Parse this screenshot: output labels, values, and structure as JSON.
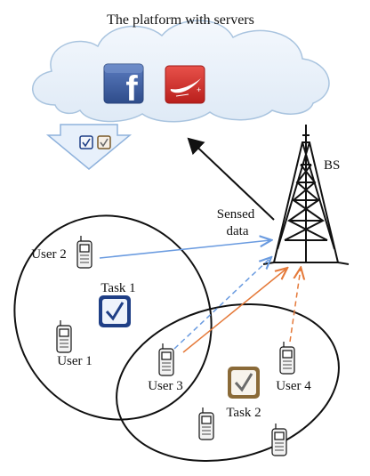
{
  "title": "The platform with servers",
  "bs_label": "BS",
  "sensed_data_label": [
    "Sensed",
    "data"
  ],
  "users": {
    "user1": "User 1",
    "user2": "User 2",
    "user3": "User 3",
    "user4": "User 4"
  },
  "tasks": {
    "task1": "Task 1",
    "task2": "Task 2"
  },
  "icons": [
    "facebook-icon",
    "nike-plus-icon",
    "task-checkbox-icon",
    "mobile-phone-icon",
    "base-station-tower-icon",
    "download-arrow-icon"
  ],
  "colors": {
    "cloud_fill": "#e8f1fa",
    "cloud_stroke": "#a9c4df",
    "facebook_blue": "#3b5b9a",
    "nike_red": "#d6302b",
    "blue_link": "#6a9be0",
    "orange_link": "#e57a3a",
    "black_link": "#111111"
  }
}
